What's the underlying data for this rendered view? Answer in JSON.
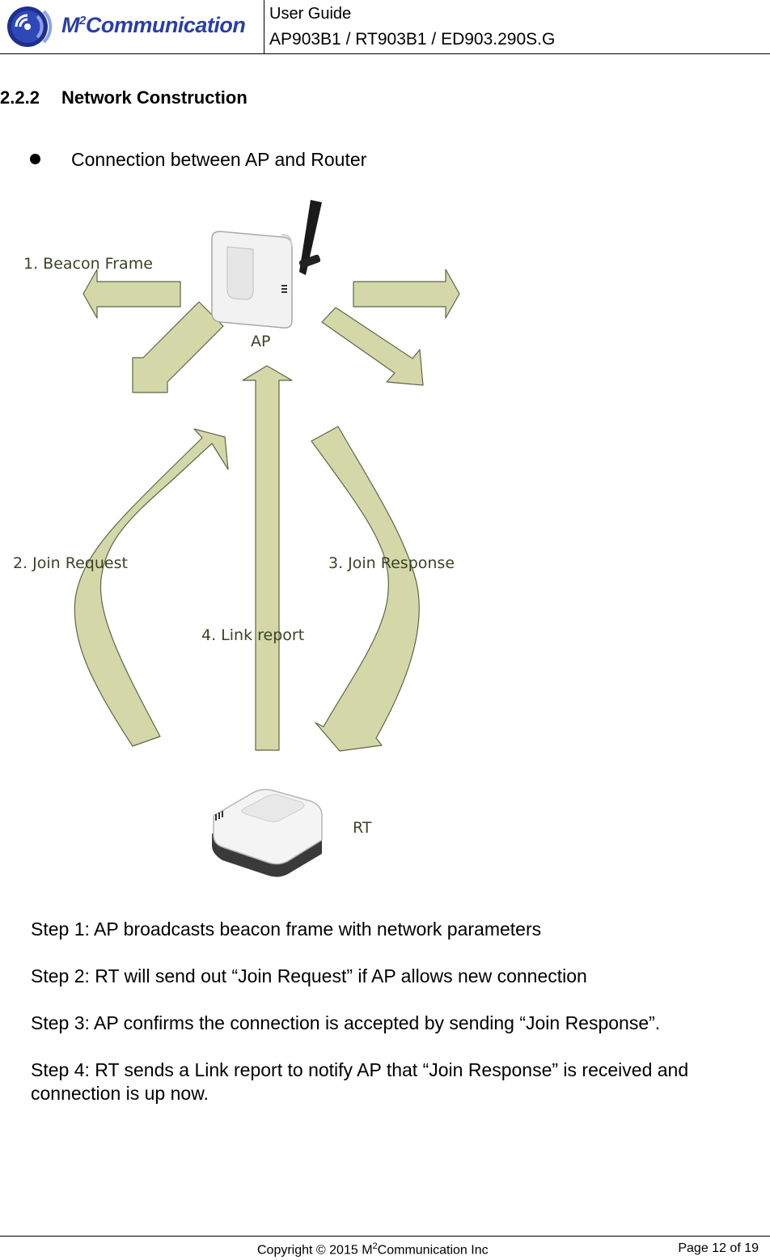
{
  "header": {
    "logo_text": "M",
    "logo_sup": "2",
    "logo_text_rest": "Communication",
    "doc_type": "User Guide",
    "models": "AP903B1 / RT903B1 / ED903.290S.G"
  },
  "section": {
    "number": "2.2.2",
    "title": "Network Construction",
    "bullet": "Connection between AP and Router"
  },
  "diagram": {
    "label_beacon": "1. Beacon Frame",
    "label_ap": "AP",
    "label_join_request": "2. Join Request",
    "label_join_response": "3. Join Response",
    "label_link_report": "4. Link report",
    "label_rt": "RT",
    "arrow_fill": "#d4d8a8",
    "arrow_stroke": "#5d6648"
  },
  "steps": [
    "Step 1:  AP broadcasts beacon frame with network parameters",
    "Step 2:  RT will send out “Join Request” if AP allows new connection",
    "Step 3:  AP confirms the connection is accepted by sending “Join Response”.",
    "Step 4:  RT sends a Link report to notify AP that “Join Response” is received and connection is up now."
  ],
  "footer": {
    "copyright_pre": "Copyright © 2015 M",
    "copyright_sup": "2",
    "copyright_post": "Communication Inc",
    "page": "Page 12 of 19"
  }
}
